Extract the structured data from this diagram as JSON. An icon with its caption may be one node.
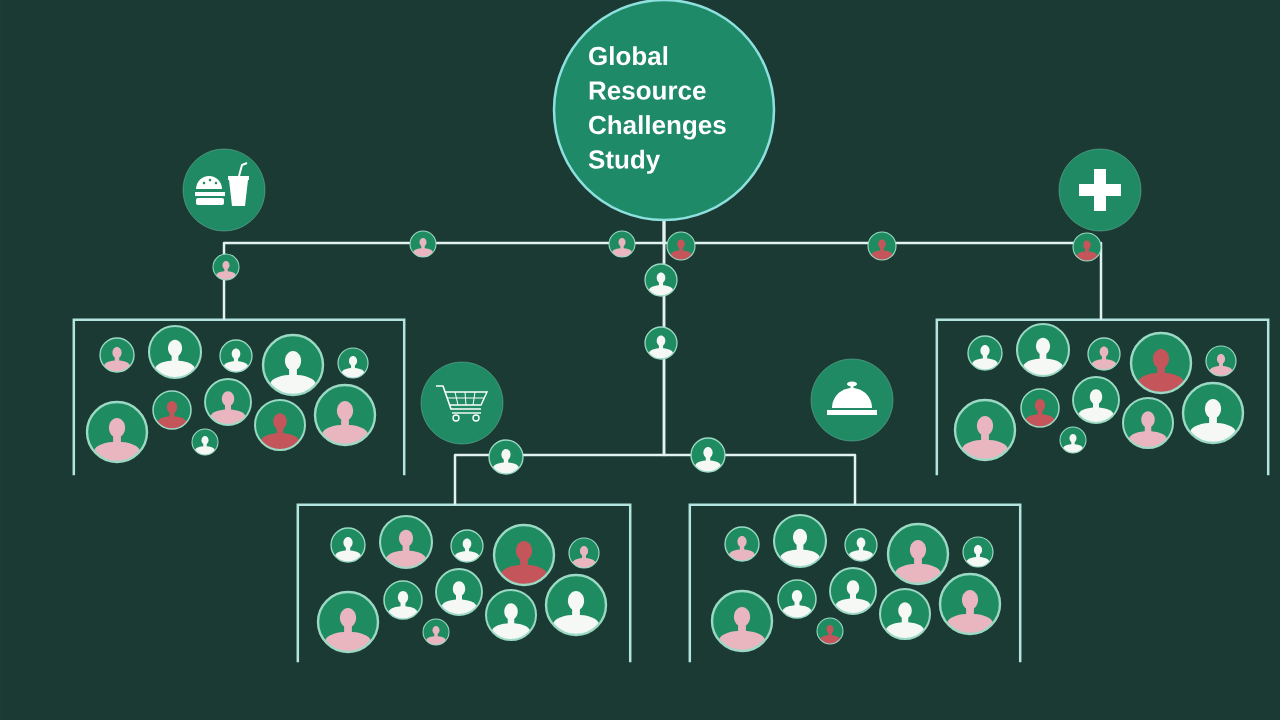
{
  "diagram": {
    "nodes": [
      {
        "text": [
          "Global Resource Challenges Study"
        ]
      },
      {
        "text": [],
        "shape": "box"
      },
      {
        "text": [],
        "shape": "box"
      },
      {
        "text": [],
        "shape": "box"
      },
      {
        "text": [],
        "shape": "box"
      }
    ],
    "edges": [
      {
        "from": 0,
        "to": 1,
        "arrow": "none"
      },
      {
        "from": 0,
        "to": 2,
        "arrow": "none"
      },
      {
        "from": 0,
        "to": 3,
        "arrow": "none"
      },
      {
        "from": 0,
        "to": 4,
        "arrow": "none"
      }
    ]
  }
}
